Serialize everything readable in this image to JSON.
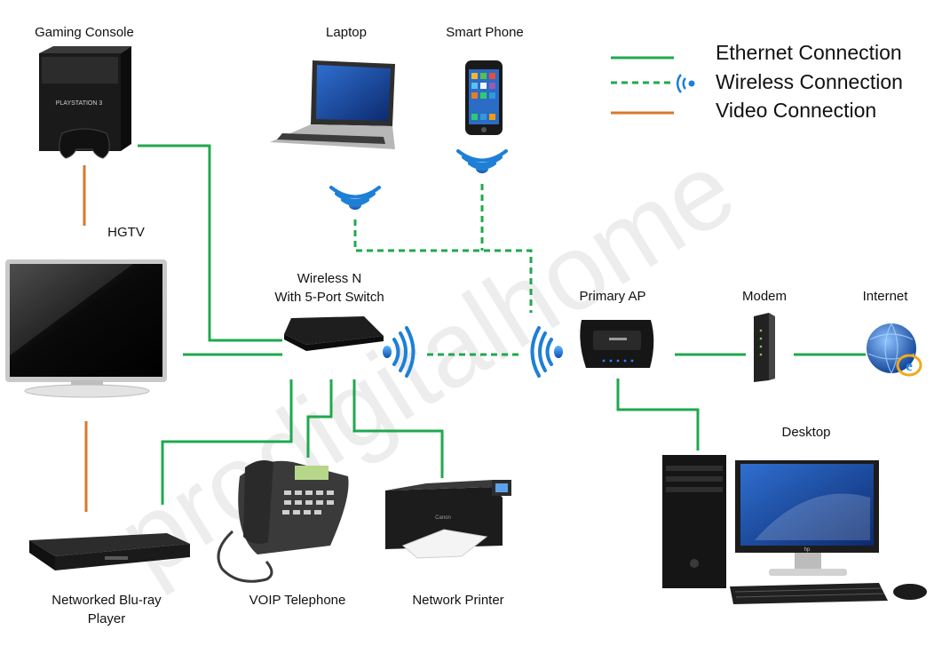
{
  "colors": {
    "ethernet": "#1fa84e",
    "wireless": "#1fa84e",
    "video": "#d9772b",
    "wifi_icon": "#1e7fd6"
  },
  "legend": {
    "ethernet": "Ethernet Connection",
    "wireless": "Wireless Connection",
    "video": "Video Connection"
  },
  "devices": {
    "gaming_console": "Gaming Console",
    "laptop": "Laptop",
    "smart_phone": "Smart Phone",
    "hgtv": "HGTV",
    "router_line1": "Wireless N",
    "router_line2": "With 5-Port Switch",
    "primary_ap": "Primary AP",
    "modem": "Modem",
    "internet": "Internet",
    "desktop": "Desktop",
    "bluray_line1": "Networked Blu-ray",
    "bluray_line2": "Player",
    "voip": "VOIP Telephone",
    "printer": "Network Printer"
  },
  "brand_marks": {
    "console": "PLAYSTATION 3",
    "printer": "Canon",
    "desktop": "hp"
  },
  "watermark": "prodigitalhome"
}
